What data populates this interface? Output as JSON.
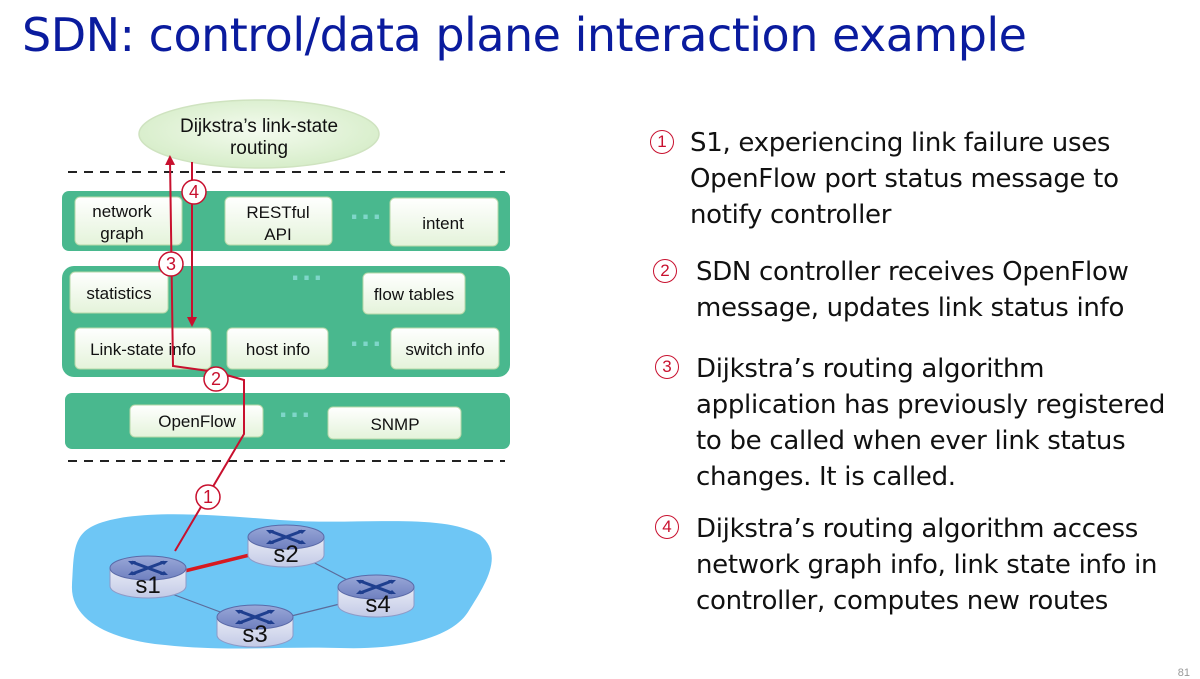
{
  "title": "SDN: control/data plane interaction example",
  "apps": {
    "dijkstra_line1": "Dijkstra’s link-state",
    "dijkstra_line2": "routing",
    "network_graph_line1": "network",
    "network_graph_line2": "graph",
    "restful_line1": "RESTful",
    "restful_line2": "API",
    "intent": "intent",
    "ellipsis": "..."
  },
  "controller": {
    "statistics": "statistics",
    "flow_tables": "flow tables",
    "link_state_info": "Link-state info",
    "host_info": "host info",
    "switch_info": "switch info"
  },
  "southbound": {
    "openflow": "OpenFlow",
    "snmp": "SNMP"
  },
  "routers": {
    "s1": "s1",
    "s2": "s2",
    "s3": "s3",
    "s4": "s4"
  },
  "markers": {
    "m1": "1",
    "m2": "2",
    "m3": "3",
    "m4": "4"
  },
  "steps": [
    {
      "num": "1",
      "text": "S1, experiencing link failure uses OpenFlow port status message to notify controller"
    },
    {
      "num": "2",
      "text": "SDN controller receives OpenFlow message, updates link status info"
    },
    {
      "num": "3",
      "text": "Dijkstra’s routing algorithm application has previously registered to be called when ever link status changes.  It is called."
    },
    {
      "num": "4",
      "text": "Dijkstra’s routing algorithm access network graph info, link state info in controller,  computes new routes"
    }
  ],
  "slide_number": "81",
  "colors": {
    "title": "#0a1b9e",
    "layer_green": "#49b88e",
    "box_fill": "#eaf6e2",
    "network_blue": "#6ec6f5",
    "router_blue": "#1f3f8f",
    "arrow_red": "#c8102e"
  }
}
